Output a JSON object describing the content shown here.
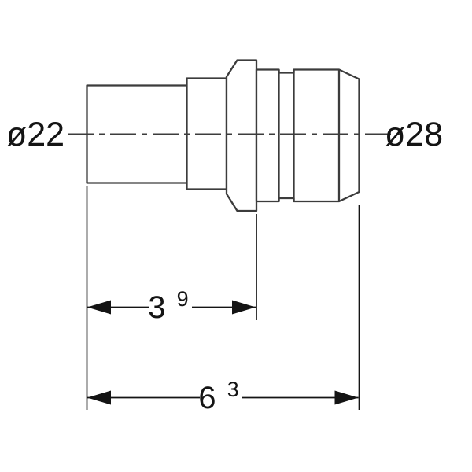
{
  "drawing": {
    "left_diameter_label": "ø22",
    "right_diameter_label": "ø28",
    "dim_small": {
      "value": "3",
      "sup": "9"
    },
    "dim_large": {
      "value": "6",
      "sup": "3"
    },
    "colors": {
      "outline": "#3c3c3c",
      "dimension": "#141414",
      "text": "#141414",
      "background": "#ffffff"
    }
  }
}
